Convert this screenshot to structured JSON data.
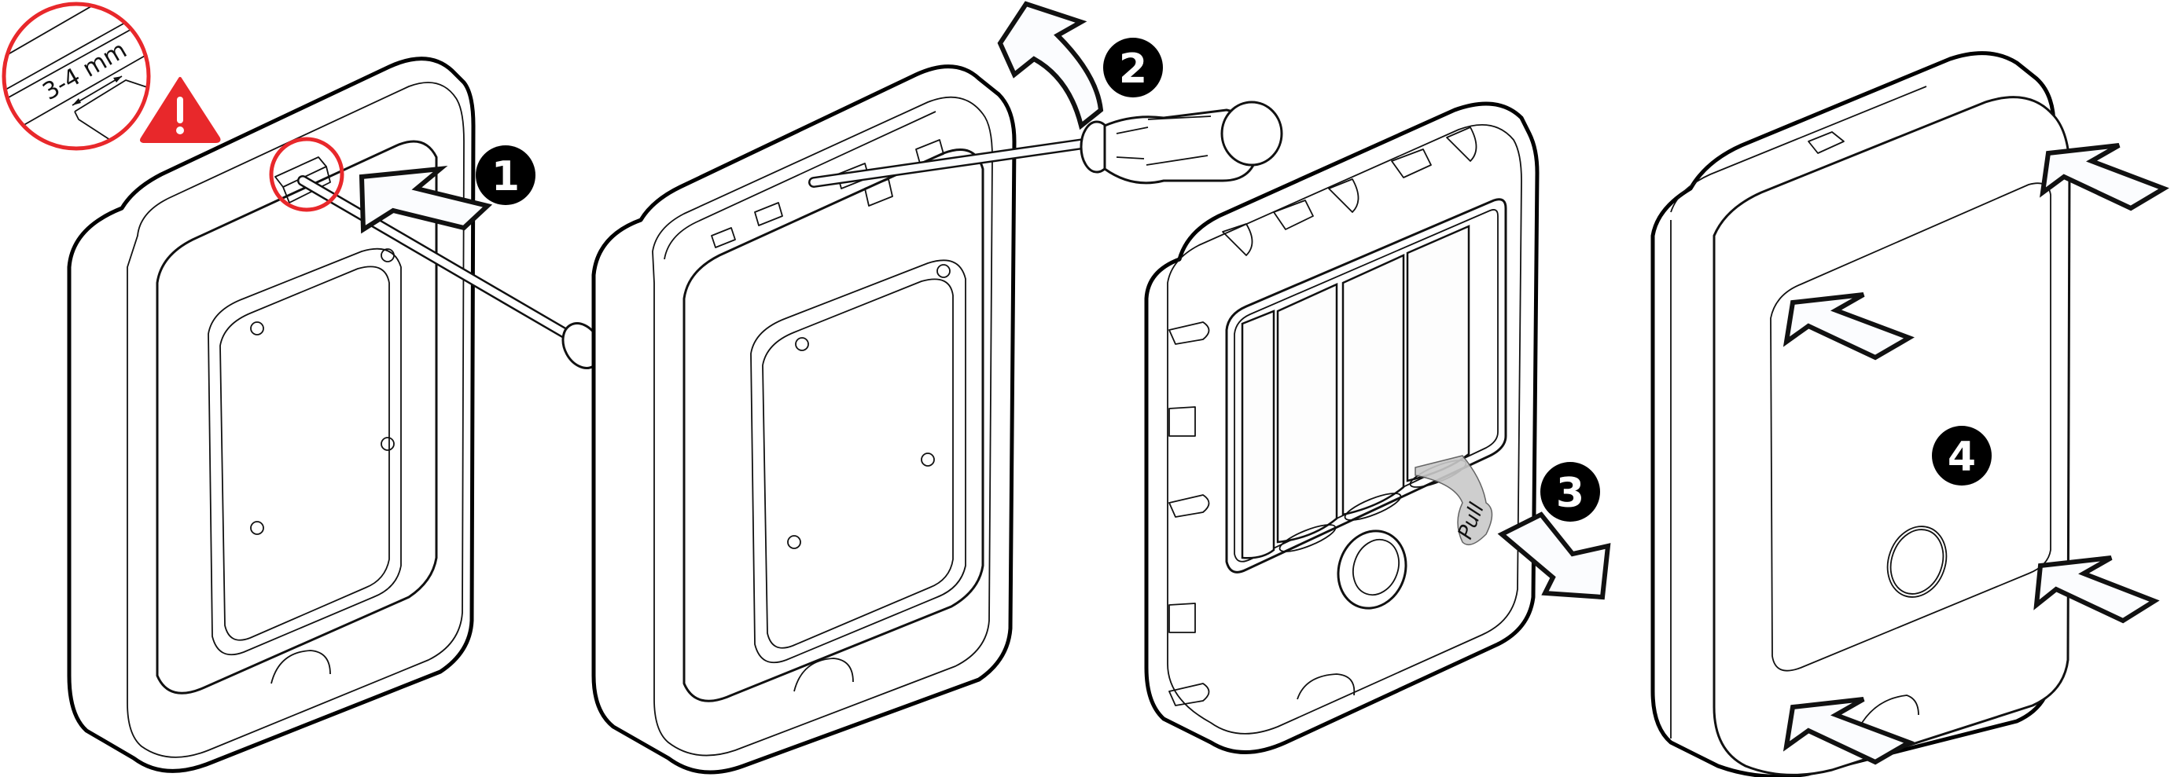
{
  "figure": {
    "description": "Four-step exploded assembly instructions for opening a wall-mounted device and removing the battery pull tab",
    "colors": {
      "warning_red": "#e8282b",
      "line": "#111111",
      "step_badge": "#000000",
      "pull_tab": "#c9c9c9",
      "background": "#ffffff"
    }
  },
  "callout": {
    "measurement_label": "3-4 mm",
    "warning_icon": "warning-triangle-icon"
  },
  "steps": [
    {
      "number": "1",
      "action": "Insert screwdriver 3-4 mm into slot at top of device",
      "arrow": "push-arrow"
    },
    {
      "number": "2",
      "action": "Pry screwdriver upward to release cover",
      "arrow": "curved-lift-arrow"
    },
    {
      "number": "3",
      "action": "Pull battery tab out",
      "arrow": "pull-arrow",
      "tab_label": "Pull"
    },
    {
      "number": "4",
      "action": "Press cover back into place at four corners",
      "arrow": "press-arrows"
    }
  ]
}
